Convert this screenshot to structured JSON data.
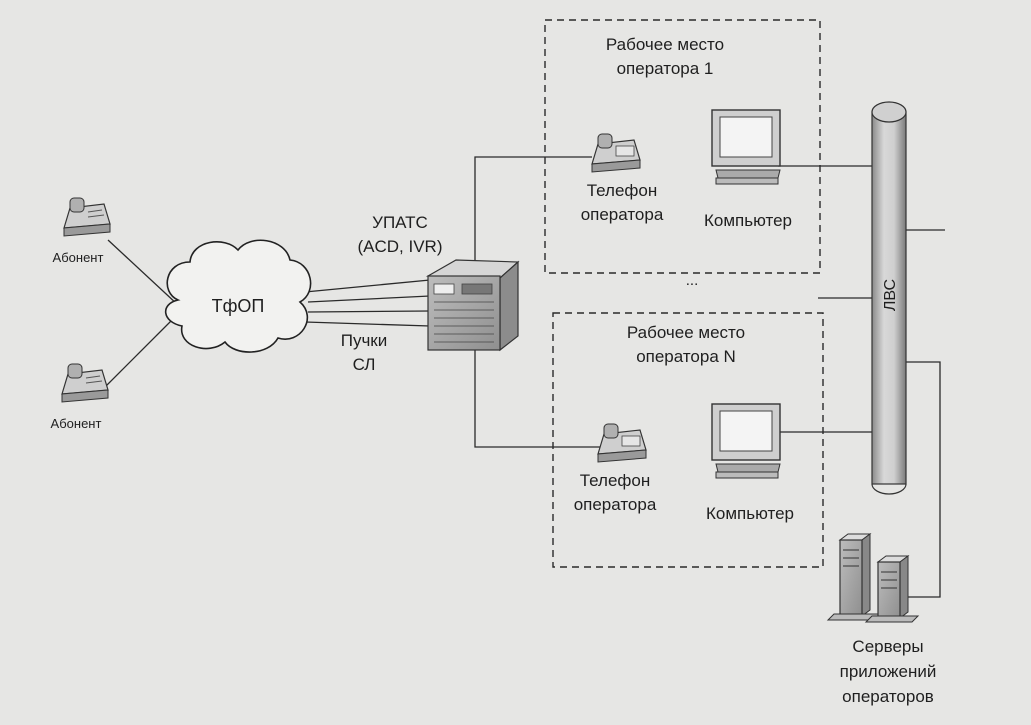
{
  "labels": {
    "subscriber_1": "Абонент",
    "subscriber_2": "Абонент",
    "pstn": "ТфОП",
    "pbx_line1": "УПАТС",
    "pbx_line2": "(ACD, IVR)",
    "trunks_line1": "Пучки",
    "trunks_line2": "СЛ",
    "ws1_line1": "Рабочее место",
    "ws1_line2": "оператора 1",
    "wsn_line1": "Рабочее место",
    "wsn_line2": "оператора N",
    "phone1_line1": "Телефон",
    "phone1_line2": "оператора",
    "phonen_line1": "Телефон",
    "phonen_line2": "оператора",
    "computer_1": "Компьютер",
    "computer_n": "Компьютер",
    "ellipsis": "...",
    "lan": "ЛВС",
    "servers_line1": "Серверы",
    "servers_line2": "приложений",
    "servers_line3": "операторов"
  },
  "colors": {
    "background": "#e6e6e4",
    "line": "#2a2a2a",
    "device_fill": "#cfcfcf",
    "screen_fill": "#f4f4f4"
  },
  "icons": {
    "subscriber": "desk-phone-icon",
    "pbx": "pbx-cabinet-icon",
    "computer": "computer-monitor-icon",
    "server": "server-tower-icon",
    "network": "cloud-icon",
    "lan": "cylinder-bus-icon"
  }
}
